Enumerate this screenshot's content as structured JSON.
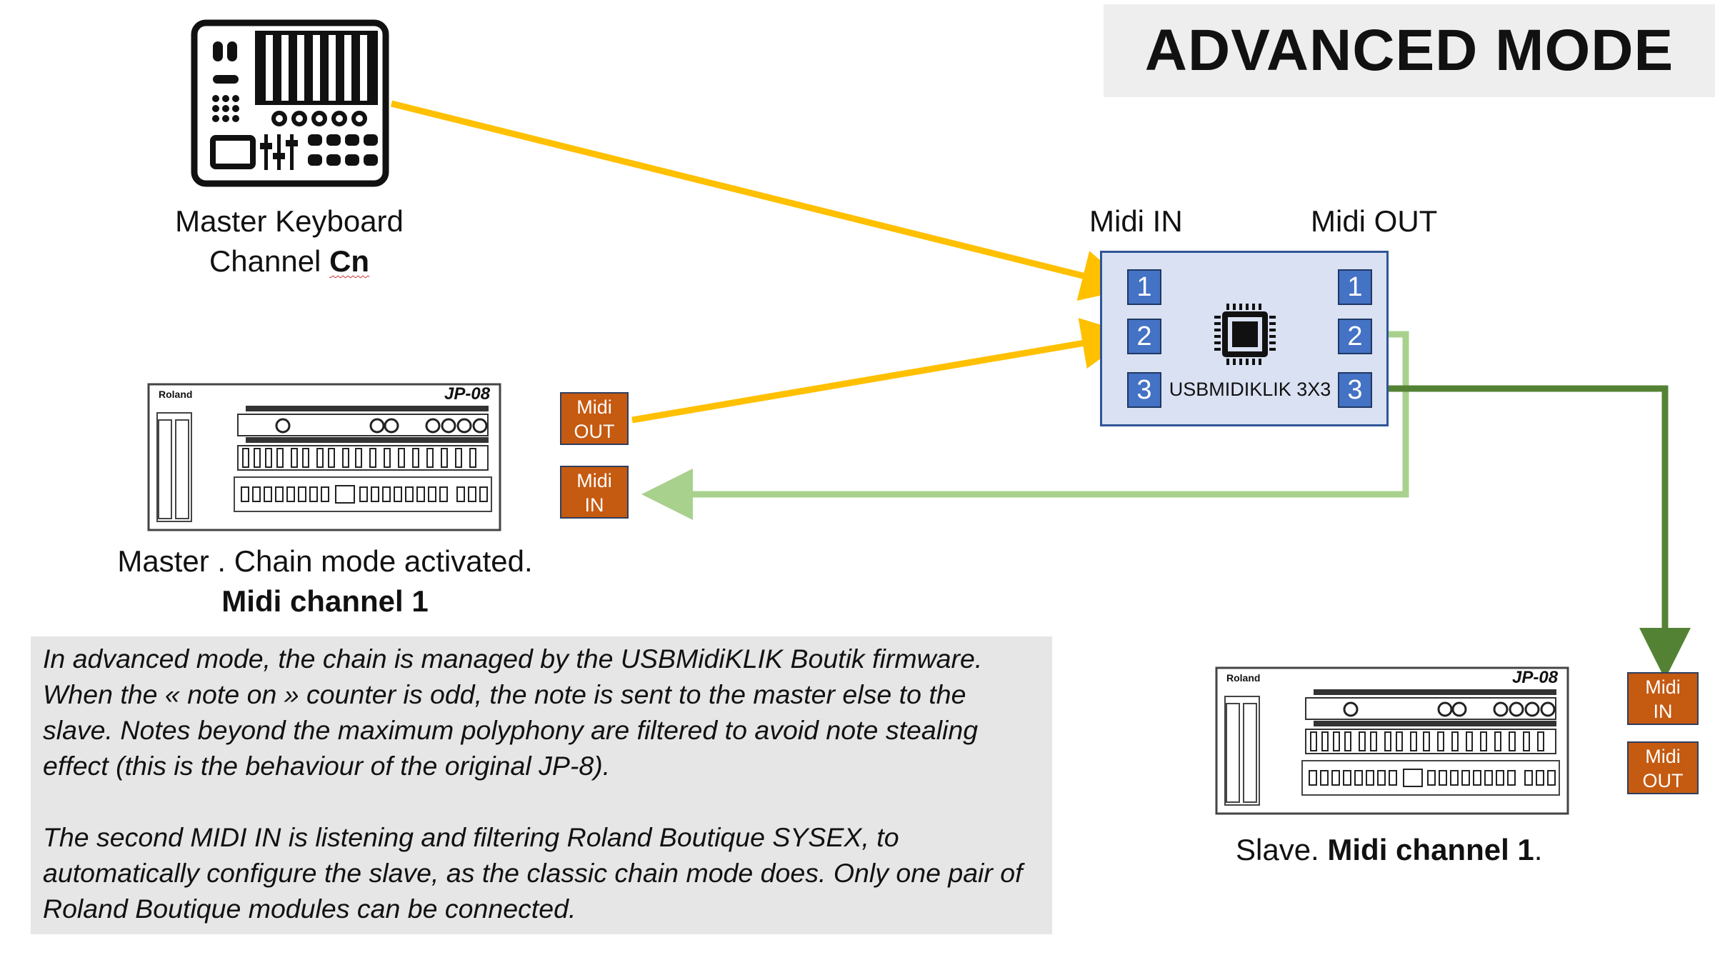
{
  "title": "ADVANCED MODE",
  "master_keyboard": {
    "line1": "Master Keyboard",
    "line2_prefix": "Channel ",
    "line2_bold": "Cn"
  },
  "device": {
    "name": "USBMIDIKLIK 3X3",
    "midi_in_label": "Midi IN",
    "midi_out_label": "Midi OUT",
    "in_ports": [
      "1",
      "2",
      "3"
    ],
    "out_ports": [
      "1",
      "2",
      "3"
    ]
  },
  "master_synth": {
    "brand": "Roland",
    "model": "JP-08",
    "midi_out": [
      "Midi",
      "OUT"
    ],
    "midi_in": [
      "Midi",
      "IN"
    ],
    "caption_line1": "Master . Chain mode activated.",
    "caption_line2": "Midi channel 1"
  },
  "slave_synth": {
    "brand": "Roland",
    "model": "JP-08",
    "midi_in": [
      "Midi",
      "IN"
    ],
    "midi_out": [
      "Midi",
      "OUT"
    ],
    "caption_prefix": "Slave. ",
    "caption_bold": "Midi channel 1",
    "caption_suffix": "."
  },
  "notes": [
    "In advanced mode, the chain is managed by the USBMidiKLIK Boutik firmware.",
    "When the « note on » counter is odd, the note is sent to the master else to the",
    "slave.   Notes beyond the maximum polyphony are filtered to avoid note stealing",
    "effect (this is the behaviour of the original JP-8).",
    "",
    "The second MIDI IN is listening and filtering Roland Boutique SYSEX, to",
    "automatically configure the slave, as the classic chain mode does. Only one pair of",
    "Roland Boutique modules can be connected."
  ],
  "colors": {
    "orange_arrow": "#ffc000",
    "light_green_arrow": "#a9d18e",
    "dark_green_arrow": "#548235",
    "port_blue": "#4472c4",
    "midi_box_orange": "#c55a11",
    "device_fill": "#d9e1f2"
  },
  "icons": [
    "keyboard-controller-icon",
    "chip-icon"
  ]
}
